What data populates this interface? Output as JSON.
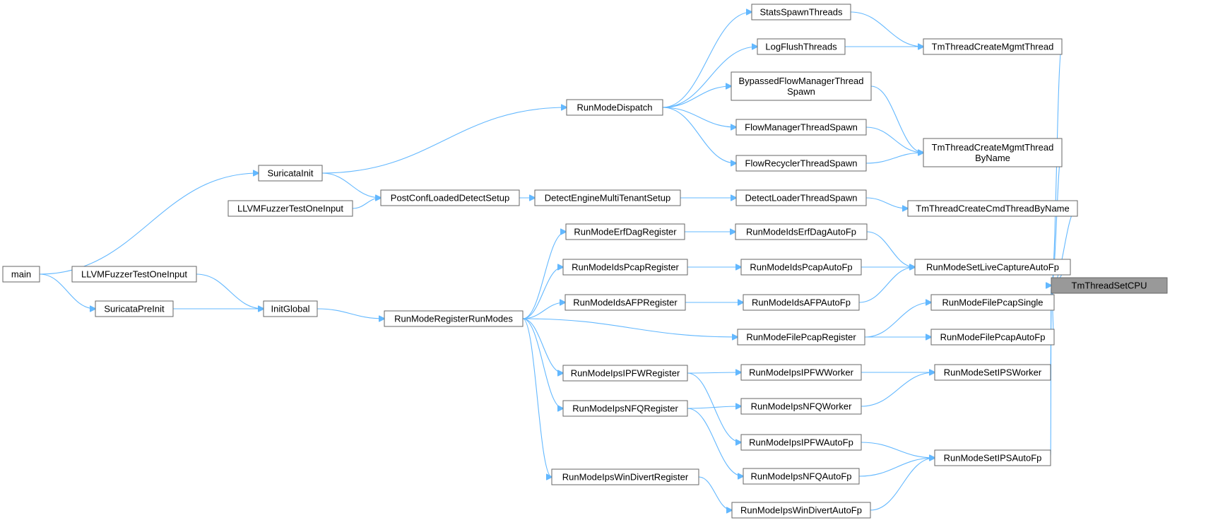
{
  "graph": {
    "kind": "caller-graph",
    "root": "TmThreadSetCPU",
    "colors": {
      "edge": "#63b8ff",
      "node_border": "#666666",
      "root_fill": "#999999",
      "node_fill": "#ffffff"
    },
    "nodes": [
      {
        "id": "TmThreadSetCPU",
        "label": [
          "TmThreadSetCPU"
        ],
        "root": true
      },
      {
        "id": "TmThreadCreateMgmtThread",
        "label": [
          "TmThreadCreateMgmtThread"
        ]
      },
      {
        "id": "TmThreadCreateMgmtThreadByName",
        "label": [
          "TmThreadCreateMgmtThread",
          "ByName"
        ]
      },
      {
        "id": "TmThreadCreateCmdThreadByName",
        "label": [
          "TmThreadCreateCmdThreadByName"
        ]
      },
      {
        "id": "RunModeSetLiveCaptureAutoFp",
        "label": [
          "RunModeSetLiveCaptureAutoFp"
        ]
      },
      {
        "id": "RunModeFilePcapSingle",
        "label": [
          "RunModeFilePcapSingle"
        ]
      },
      {
        "id": "RunModeFilePcapAutoFp",
        "label": [
          "RunModeFilePcapAutoFp"
        ]
      },
      {
        "id": "RunModeSetIPSWorker",
        "label": [
          "RunModeSetIPSWorker"
        ]
      },
      {
        "id": "RunModeSetIPSAutoFp",
        "label": [
          "RunModeSetIPSAutoFp"
        ]
      },
      {
        "id": "StatsSpawnThreads",
        "label": [
          "StatsSpawnThreads"
        ]
      },
      {
        "id": "LogFlushThreads",
        "label": [
          "LogFlushThreads"
        ]
      },
      {
        "id": "BypassedFlowManagerThreadSpawn",
        "label": [
          "BypassedFlowManagerThread",
          "Spawn"
        ]
      },
      {
        "id": "FlowManagerThreadSpawn",
        "label": [
          "FlowManagerThreadSpawn"
        ]
      },
      {
        "id": "FlowRecyclerThreadSpawn",
        "label": [
          "FlowRecyclerThreadSpawn"
        ]
      },
      {
        "id": "DetectLoaderThreadSpawn",
        "label": [
          "DetectLoaderThreadSpawn"
        ]
      },
      {
        "id": "RunModeIdsErfDagAutoFp",
        "label": [
          "RunModeIdsErfDagAutoFp"
        ]
      },
      {
        "id": "RunModeIdsPcapAutoFp",
        "label": [
          "RunModeIdsPcapAutoFp"
        ]
      },
      {
        "id": "RunModeIdsAFPAutoFp",
        "label": [
          "RunModeIdsAFPAutoFp"
        ]
      },
      {
        "id": "RunModeFilePcapRegister",
        "label": [
          "RunModeFilePcapRegister"
        ]
      },
      {
        "id": "RunModeIpsIPFWWorker",
        "label": [
          "RunModeIpsIPFWWorker"
        ]
      },
      {
        "id": "RunModeIpsNFQWorker",
        "label": [
          "RunModeIpsNFQWorker"
        ]
      },
      {
        "id": "RunModeIpsIPFWAutoFp",
        "label": [
          "RunModeIpsIPFWAutoFp"
        ]
      },
      {
        "id": "RunModeIpsNFQAutoFp",
        "label": [
          "RunModeIpsNFQAutoFp"
        ]
      },
      {
        "id": "RunModeIpsWinDivertAutoFp",
        "label": [
          "RunModeIpsWinDivertAutoFp"
        ]
      },
      {
        "id": "RunModeDispatch",
        "label": [
          "RunModeDispatch"
        ]
      },
      {
        "id": "DetectEngineMultiTenantSetup",
        "label": [
          "DetectEngineMultiTenantSetup"
        ]
      },
      {
        "id": "RunModeErfDagRegister",
        "label": [
          "RunModeErfDagRegister"
        ]
      },
      {
        "id": "RunModeIdsPcapRegister",
        "label": [
          "RunModeIdsPcapRegister"
        ]
      },
      {
        "id": "RunModeIdsAFPRegister",
        "label": [
          "RunModeIdsAFPRegister"
        ]
      },
      {
        "id": "RunModeIpsIPFWRegister",
        "label": [
          "RunModeIpsIPFWRegister"
        ]
      },
      {
        "id": "RunModeIpsNFQRegister",
        "label": [
          "RunModeIpsNFQRegister"
        ]
      },
      {
        "id": "RunModeIpsWinDivertRegister",
        "label": [
          "RunModeIpsWinDivertRegister"
        ]
      },
      {
        "id": "PostConfLoadedDetectSetup",
        "label": [
          "PostConfLoadedDetectSetup"
        ]
      },
      {
        "id": "RunModeRegisterRunModes",
        "label": [
          "RunModeRegisterRunModes"
        ]
      },
      {
        "id": "SuricataInit",
        "label": [
          "SuricataInit"
        ]
      },
      {
        "id": "LLVMFuzzerTestOneInput_1",
        "label": [
          "LLVMFuzzerTestOneInput"
        ]
      },
      {
        "id": "InitGlobal",
        "label": [
          "InitGlobal"
        ]
      },
      {
        "id": "LLVMFuzzerTestOneInput_2",
        "label": [
          "LLVMFuzzerTestOneInput"
        ]
      },
      {
        "id": "SuricataPreInit",
        "label": [
          "SuricataPreInit"
        ]
      },
      {
        "id": "main",
        "label": [
          "main"
        ]
      }
    ],
    "edges": [
      [
        "TmThreadCreateMgmtThread",
        "TmThreadSetCPU"
      ],
      [
        "TmThreadCreateMgmtThreadByName",
        "TmThreadSetCPU"
      ],
      [
        "TmThreadCreateCmdThreadByName",
        "TmThreadSetCPU"
      ],
      [
        "RunModeSetLiveCaptureAutoFp",
        "TmThreadSetCPU"
      ],
      [
        "RunModeFilePcapSingle",
        "TmThreadSetCPU"
      ],
      [
        "RunModeFilePcapAutoFp",
        "TmThreadSetCPU"
      ],
      [
        "RunModeSetIPSWorker",
        "TmThreadSetCPU"
      ],
      [
        "RunModeSetIPSAutoFp",
        "TmThreadSetCPU"
      ],
      [
        "StatsSpawnThreads",
        "TmThreadCreateMgmtThread"
      ],
      [
        "LogFlushThreads",
        "TmThreadCreateMgmtThread"
      ],
      [
        "BypassedFlowManagerThreadSpawn",
        "TmThreadCreateMgmtThreadByName"
      ],
      [
        "FlowManagerThreadSpawn",
        "TmThreadCreateMgmtThreadByName"
      ],
      [
        "FlowRecyclerThreadSpawn",
        "TmThreadCreateMgmtThreadByName"
      ],
      [
        "DetectLoaderThreadSpawn",
        "TmThreadCreateCmdThreadByName"
      ],
      [
        "RunModeIdsErfDagAutoFp",
        "RunModeSetLiveCaptureAutoFp"
      ],
      [
        "RunModeIdsPcapAutoFp",
        "RunModeSetLiveCaptureAutoFp"
      ],
      [
        "RunModeIdsAFPAutoFp",
        "RunModeSetLiveCaptureAutoFp"
      ],
      [
        "RunModeFilePcapRegister",
        "RunModeFilePcapSingle"
      ],
      [
        "RunModeFilePcapRegister",
        "RunModeFilePcapAutoFp"
      ],
      [
        "RunModeIpsIPFWWorker",
        "RunModeSetIPSWorker"
      ],
      [
        "RunModeIpsNFQWorker",
        "RunModeSetIPSWorker"
      ],
      [
        "RunModeIpsIPFWAutoFp",
        "RunModeSetIPSAutoFp"
      ],
      [
        "RunModeIpsNFQAutoFp",
        "RunModeSetIPSAutoFp"
      ],
      [
        "RunModeIpsWinDivertAutoFp",
        "RunModeSetIPSAutoFp"
      ],
      [
        "RunModeDispatch",
        "StatsSpawnThreads"
      ],
      [
        "RunModeDispatch",
        "LogFlushThreads"
      ],
      [
        "RunModeDispatch",
        "BypassedFlowManagerThreadSpawn"
      ],
      [
        "RunModeDispatch",
        "FlowManagerThreadSpawn"
      ],
      [
        "RunModeDispatch",
        "FlowRecyclerThreadSpawn"
      ],
      [
        "DetectEngineMultiTenantSetup",
        "DetectLoaderThreadSpawn"
      ],
      [
        "RunModeErfDagRegister",
        "RunModeIdsErfDagAutoFp"
      ],
      [
        "RunModeIdsPcapRegister",
        "RunModeIdsPcapAutoFp"
      ],
      [
        "RunModeIdsAFPRegister",
        "RunModeIdsAFPAutoFp"
      ],
      [
        "RunModeRegisterRunModes",
        "RunModeFilePcapRegister"
      ],
      [
        "RunModeIpsIPFWRegister",
        "RunModeIpsIPFWWorker"
      ],
      [
        "RunModeIpsNFQRegister",
        "RunModeIpsNFQWorker"
      ],
      [
        "RunModeIpsIPFWRegister",
        "RunModeIpsIPFWAutoFp"
      ],
      [
        "RunModeIpsNFQRegister",
        "RunModeIpsNFQAutoFp"
      ],
      [
        "RunModeIpsWinDivertRegister",
        "RunModeIpsWinDivertAutoFp"
      ],
      [
        "SuricataInit",
        "RunModeDispatch"
      ],
      [
        "PostConfLoadedDetectSetup",
        "DetectEngineMultiTenantSetup"
      ],
      [
        "RunModeRegisterRunModes",
        "RunModeErfDagRegister"
      ],
      [
        "RunModeRegisterRunModes",
        "RunModeIdsPcapRegister"
      ],
      [
        "RunModeRegisterRunModes",
        "RunModeIdsAFPRegister"
      ],
      [
        "RunModeRegisterRunModes",
        "RunModeIpsIPFWRegister"
      ],
      [
        "RunModeRegisterRunModes",
        "RunModeIpsNFQRegister"
      ],
      [
        "RunModeRegisterRunModes",
        "RunModeIpsWinDivertRegister"
      ],
      [
        "SuricataInit",
        "PostConfLoadedDetectSetup"
      ],
      [
        "LLVMFuzzerTestOneInput_1",
        "PostConfLoadedDetectSetup"
      ],
      [
        "InitGlobal",
        "RunModeRegisterRunModes"
      ],
      [
        "main",
        "SuricataInit"
      ],
      [
        "LLVMFuzzerTestOneInput_2",
        "InitGlobal"
      ],
      [
        "SuricataPreInit",
        "InitGlobal"
      ],
      [
        "main",
        "SuricataPreInit"
      ]
    ]
  }
}
